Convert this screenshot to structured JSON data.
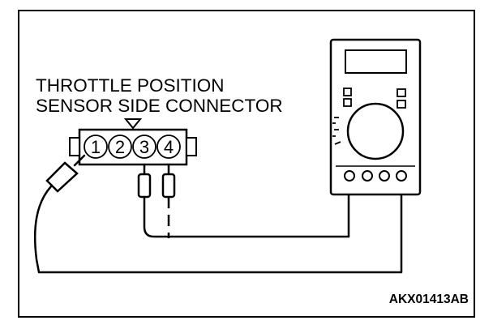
{
  "diagram": {
    "connector_title_line1": "THROTTLE POSITION",
    "connector_title_line2": "SENSOR SIDE CONNECTOR",
    "figure_code": "AKX01413AB",
    "pins": [
      "1",
      "2",
      "3",
      "4"
    ]
  },
  "colors": {
    "ink": "#000000",
    "paper": "#ffffff"
  },
  "icons": {
    "meter": "multimeter-icon",
    "probe": "test-probe-icon",
    "marker": "triangle-marker-icon"
  }
}
